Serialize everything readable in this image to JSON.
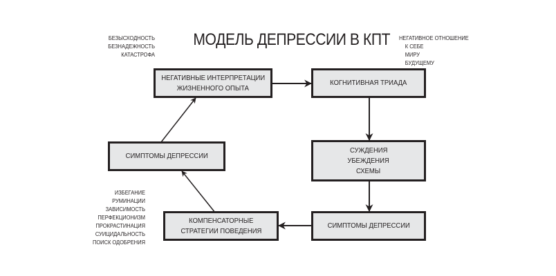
{
  "diagram": {
    "title": "МОДЕЛЬ ДЕПРЕССИИ В КПТ",
    "notes": {
      "top_left": [
        "БЕЗЫСХОДНОСТЬ",
        "БЕЗНАДЕЖНОСТЬ",
        "КАТАСТРОФА"
      ],
      "top_right": {
        "heading": "НЕГАТИВНОЕ ОТНОШЕНИЕ",
        "items": [
          "К СЕБЕ",
          "МИРУ",
          "БУДУЩЕМУ"
        ]
      },
      "bottom_left": [
        "ИЗБЕГАНИЕ",
        "РУМИНАЦИИ",
        "ЗАВИСИМОСТЬ",
        "ПЕРФЕКЦИОНИЗМ",
        "ПРОКРАСТИНАЦИЯ",
        "СУИЦИДАЛЬНОСТЬ",
        "ПОИСК ОДОБРЕНИЯ"
      ]
    },
    "nodes": {
      "negative_interpretations": [
        "НЕГАТИВНЫЕ ИНТЕРПРЕТАЦИИ",
        "ЖИЗНЕННОГО ОПЫТА"
      ],
      "cognitive_triad": [
        "КОГНИТИВНАЯ ТРИАДА"
      ],
      "judgments": [
        "СУЖДЕНИЯ",
        "УБЕЖДЕНИЯ",
        "СХЕМЫ"
      ],
      "symptoms_right": [
        "СИМПТОМЫ ДЕПРЕССИИ"
      ],
      "compensatory": [
        "КОМПЕНСАТОРНЫЕ",
        "СТРАТЕГИИ ПОВЕДЕНИЯ"
      ],
      "symptoms_left": [
        "СИМПТОМЫ ДЕПРЕССИИ"
      ]
    },
    "edges": [
      {
        "from": "negative_interpretations",
        "to": "cognitive_triad"
      },
      {
        "from": "cognitive_triad",
        "to": "judgments"
      },
      {
        "from": "judgments",
        "to": "symptoms_right"
      },
      {
        "from": "symptoms_right",
        "to": "compensatory"
      },
      {
        "from": "compensatory",
        "to": "symptoms_left"
      },
      {
        "from": "symptoms_left",
        "to": "negative_interpretations"
      }
    ],
    "colors": {
      "box_fill": "#e6e7e8",
      "stroke": "#231f20",
      "background": "#ffffff"
    }
  }
}
